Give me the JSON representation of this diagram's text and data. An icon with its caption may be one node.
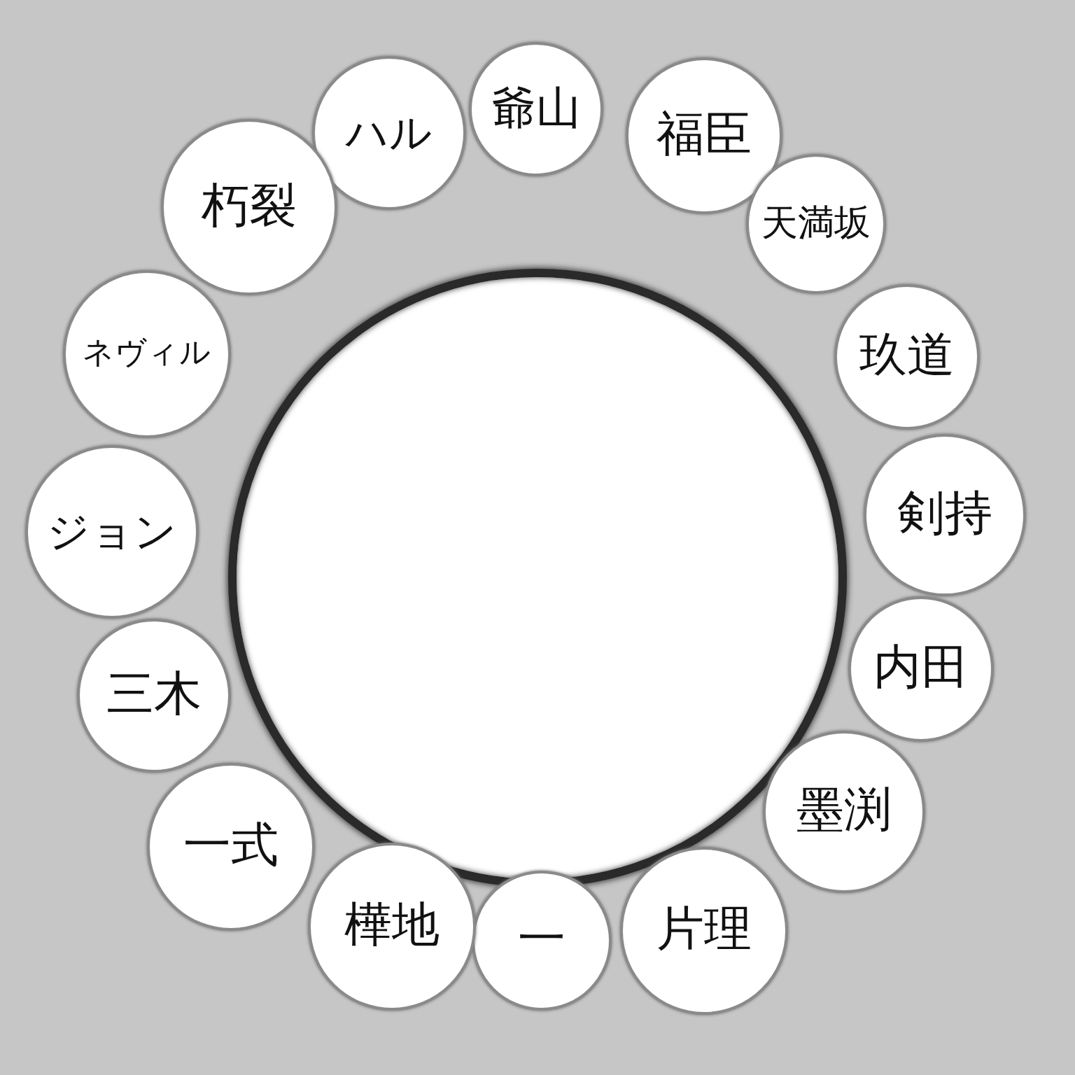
{
  "diagram": {
    "nodes": [
      {
        "text": [],
        "shape": "circle"
      },
      {
        "text": [
          "ハル"
        ]
      },
      {
        "text": [
          "爺山"
        ]
      },
      {
        "text": [
          "福臣"
        ]
      },
      {
        "text": [
          "天満坂"
        ]
      },
      {
        "text": [
          "玖道"
        ]
      },
      {
        "text": [
          "剣持"
        ]
      },
      {
        "text": [
          "内田"
        ]
      },
      {
        "text": [
          "墨渕"
        ]
      },
      {
        "text": [
          "片理"
        ]
      },
      {
        "text": [
          "一"
        ]
      },
      {
        "text": [
          "樺地"
        ]
      },
      {
        "text": [
          "一式"
        ]
      },
      {
        "text": [
          "三木"
        ]
      },
      {
        "text": [
          "ジョン"
        ]
      },
      {
        "text": [
          "ネヴィル"
        ]
      },
      {
        "text": [
          "朽裂"
        ]
      }
    ]
  }
}
